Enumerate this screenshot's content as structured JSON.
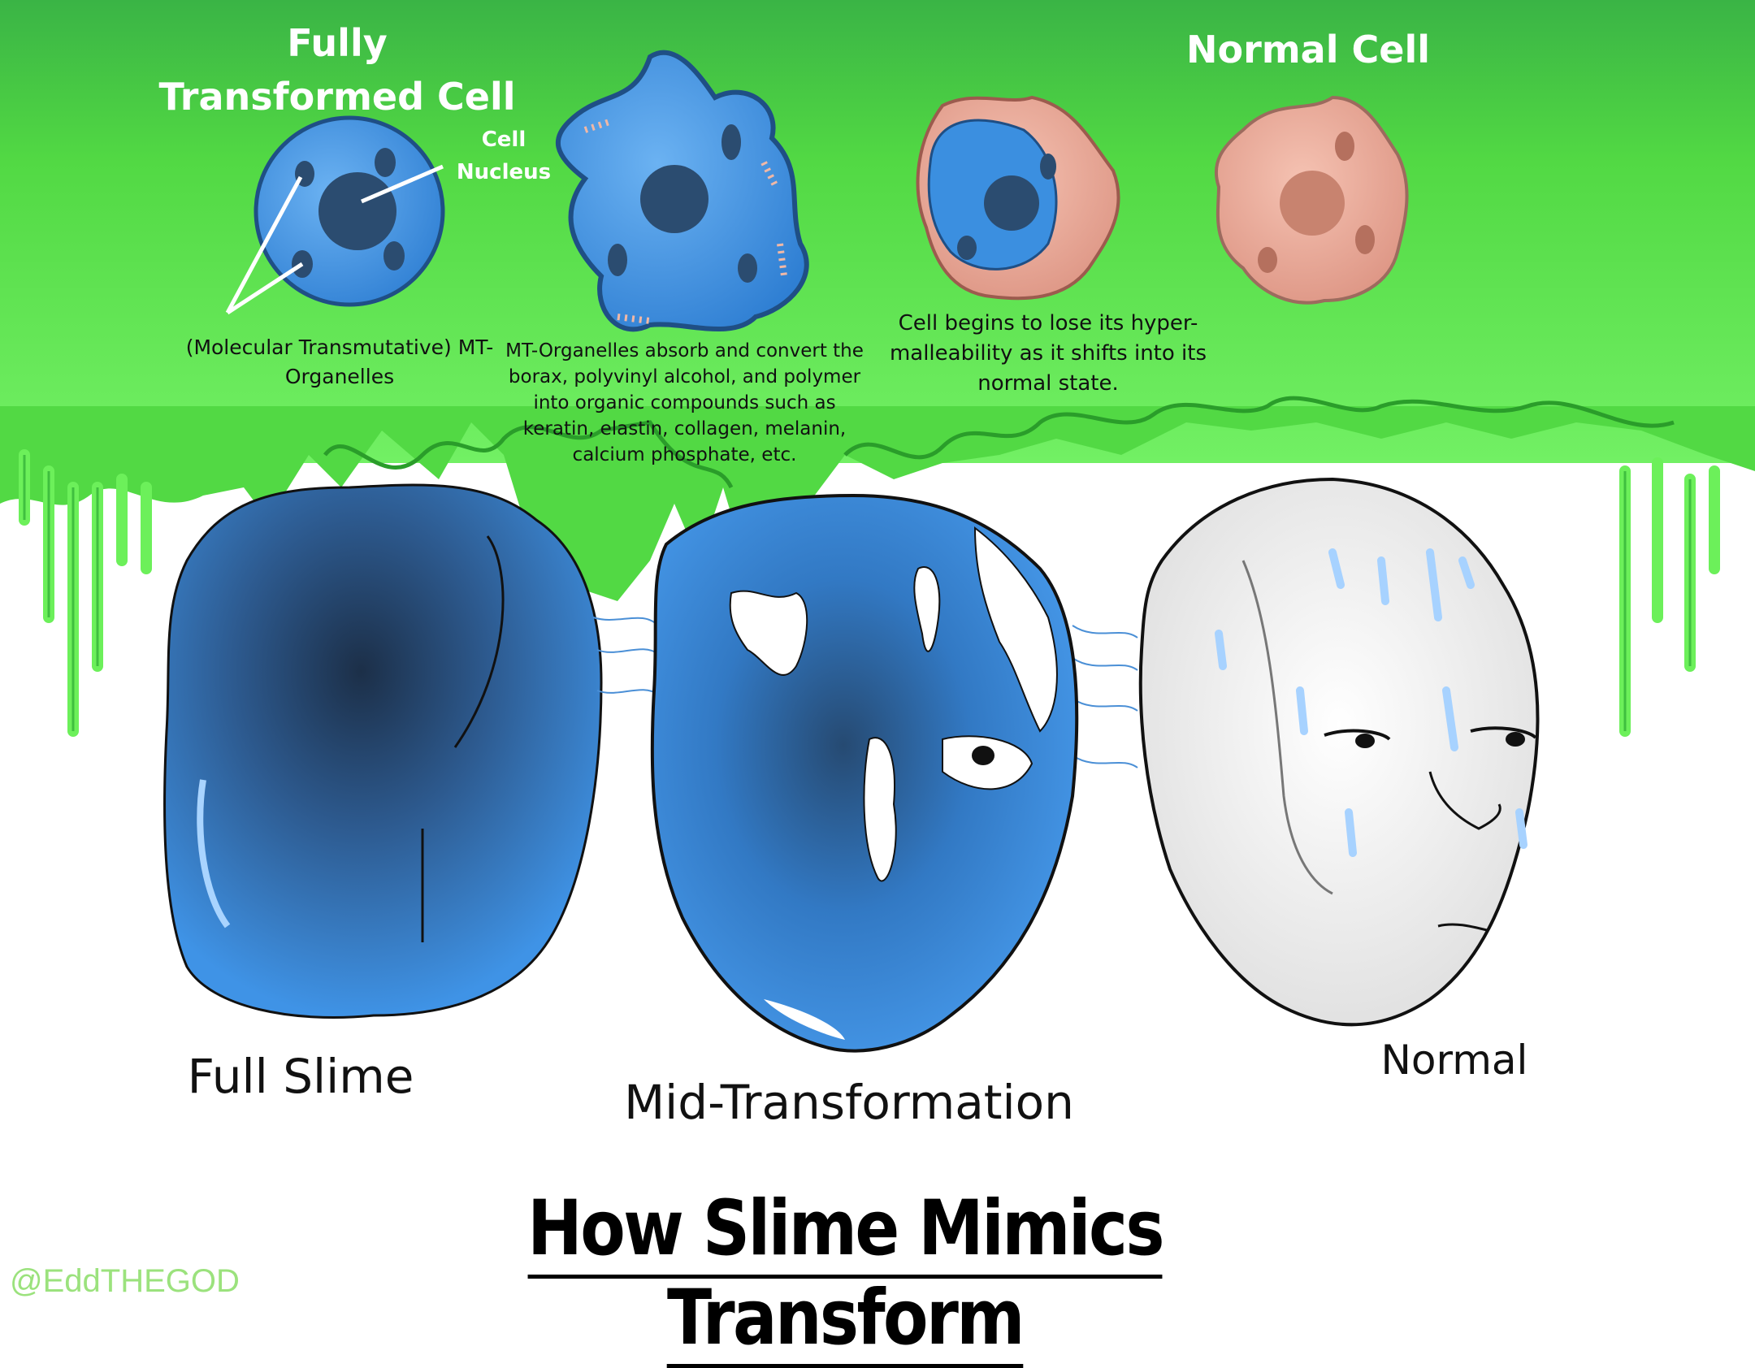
{
  "cells": {
    "transformed_title": "Fully Transformed Cell",
    "normal_title": "Normal Cell",
    "nucleus_label": "Cell Nucleus",
    "organelles_label": "(Molecular Transmutative) MT-Organelles",
    "absorb_note": "MT-Organelles absorb and convert the borax, polyvinyl alcohol, and polymer into organic compounds such as keratin, elastin, collagen, melanin, calcium phosphate, etc.",
    "lose_note": "Cell begins to lose its hyper-malleability as it shifts into its normal state."
  },
  "stages": {
    "full": "Full Slime",
    "mid": "Mid-Transformation",
    "normal": "Normal"
  },
  "title": "How Slime Mimics Transform",
  "credit": "@EddTHEGOD",
  "colors": {
    "slime_green": "#3fbf3f",
    "slime_bright": "#6cf05a",
    "slime_blue": "#3b8fe0",
    "slime_dark": "#1e3c5e",
    "normal_cell": "#e9a898"
  }
}
